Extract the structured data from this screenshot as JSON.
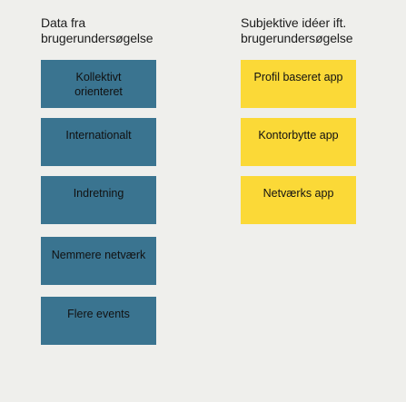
{
  "columns": {
    "left": {
      "heading": "Data fra\nbrugerundersøgelse",
      "color": "#3a7490",
      "notes": [
        {
          "text": "Kollektivt\norienteret"
        },
        {
          "text": "Internationalt"
        },
        {
          "text": "Indretning"
        },
        {
          "text": "Nemmere netværk"
        },
        {
          "text": "Flere events"
        }
      ]
    },
    "right": {
      "heading": "Subjektive idéer ift.\nbrugerundersøgelse",
      "color": "#fbd937",
      "notes": [
        {
          "text": "Profil baseret app"
        },
        {
          "text": "Kontorbytte app"
        },
        {
          "text": "Netværks app"
        }
      ]
    }
  }
}
